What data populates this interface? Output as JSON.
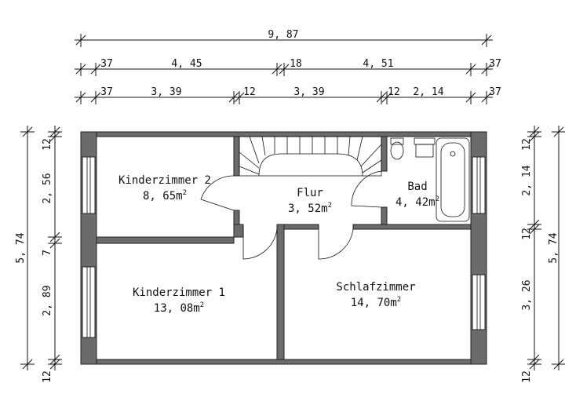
{
  "dimensions": {
    "top_overall": "9, 87",
    "top_row2": [
      "37",
      "4, 45",
      "18",
      "4, 51",
      "37"
    ],
    "top_row3": [
      "37",
      "3, 39",
      "12",
      "3, 39",
      "12",
      "2, 14",
      "37"
    ],
    "left_overall": "5, 74",
    "left_parts": [
      "12",
      "2, 56",
      "7",
      "2, 89",
      "12"
    ],
    "right_overall": "5, 74",
    "right_parts": [
      "12",
      "2, 14",
      "12",
      "3, 26",
      "12"
    ]
  },
  "rooms": [
    {
      "name": "Kinderzimmer 2",
      "area": "8, 65m",
      "unit_sup": "2"
    },
    {
      "name": "Flur",
      "area": "3, 52m",
      "unit_sup": "2"
    },
    {
      "name": "Bad",
      "area": "4, 42m",
      "unit_sup": "2"
    },
    {
      "name": "Kinderzimmer 1",
      "area": "13, 08m",
      "unit_sup": "2"
    },
    {
      "name": "Schlafzimmer",
      "area": "14, 70m",
      "unit_sup": "2"
    }
  ]
}
